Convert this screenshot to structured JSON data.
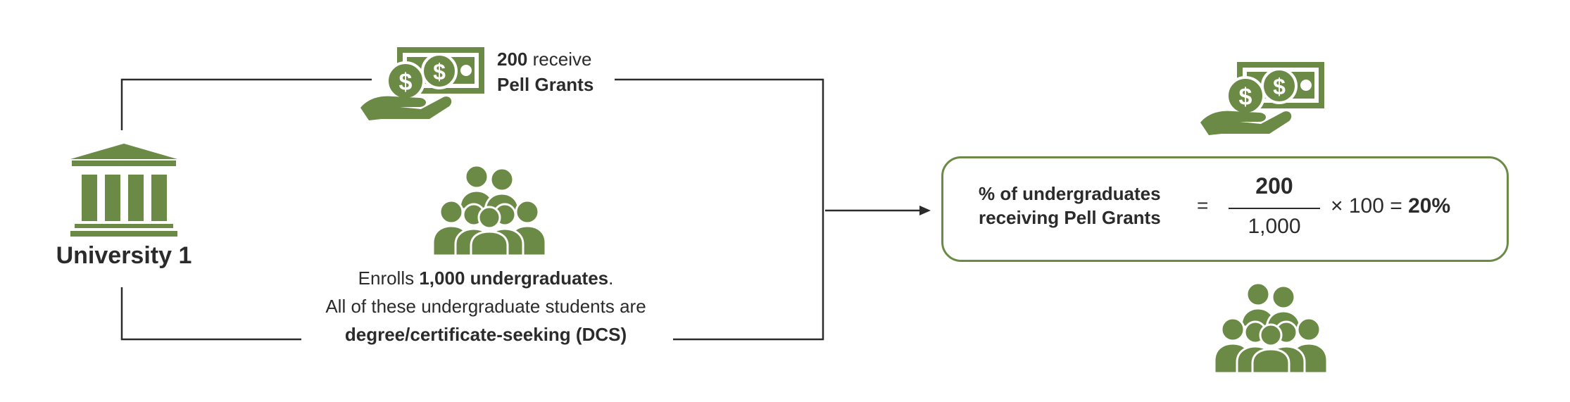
{
  "pell": {
    "count": "200",
    "receive_word": " receive",
    "label": "Pell Grants"
  },
  "institution": {
    "name": "University 1"
  },
  "enrollment": {
    "line1_prefix": "Enrolls ",
    "line1_bold": "1,000 undergraduates",
    "line1_suffix": ".",
    "line2": "All of these undergraduate students are",
    "line3": "degree/certificate-seeking (DCS)"
  },
  "formula": {
    "label_line1": "% of undergraduates",
    "label_line2": "receiving Pell Grants",
    "equals": "=",
    "numerator": "200",
    "denominator": "1,000",
    "multiplier_text": "× 100 =",
    "result": "20%"
  },
  "icons": {
    "money_hand": "money-hand-icon",
    "people_group": "people-group-icon",
    "university": "university-building-icon",
    "arrow": "arrow-right-icon"
  },
  "colors": {
    "accent": "#6b8a45",
    "lines": "#2b2b2b"
  }
}
